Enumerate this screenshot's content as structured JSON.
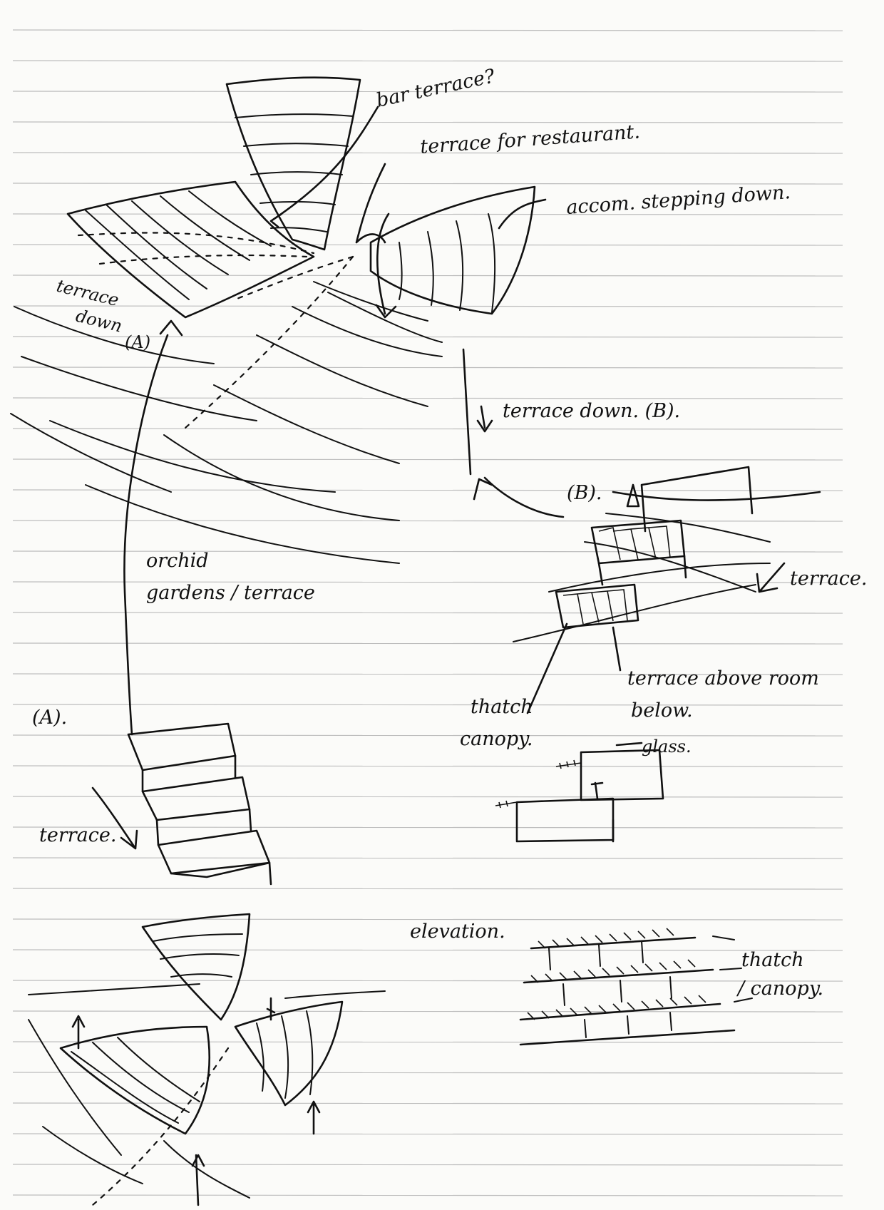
{
  "notes": {
    "bar_terrace": "bar terrace?",
    "terrace_restaurant": "terrace for restaurant.",
    "accom": "accom. stepping down.",
    "terrace_down_a_1": "terrace",
    "terrace_down_a_2": "down",
    "terrace_down_a_3": "(A)",
    "terrace_down_b": "terrace down. (B).",
    "label_b": "(B).",
    "terrace_right": "terrace.",
    "orchid_1": "orchid",
    "orchid_2": "gardens / terrace",
    "label_a": "(A).",
    "terrace_above_1": "terrace above room",
    "terrace_above_2": "below.",
    "thatch_canopy_1": "thatch",
    "thatch_canopy_2": "canopy.",
    "glass": "glass.",
    "terrace_left": "terrace.",
    "elevation": "elevation.",
    "thatch_2_1": "thatch",
    "thatch_2_2": "/ canopy."
  }
}
